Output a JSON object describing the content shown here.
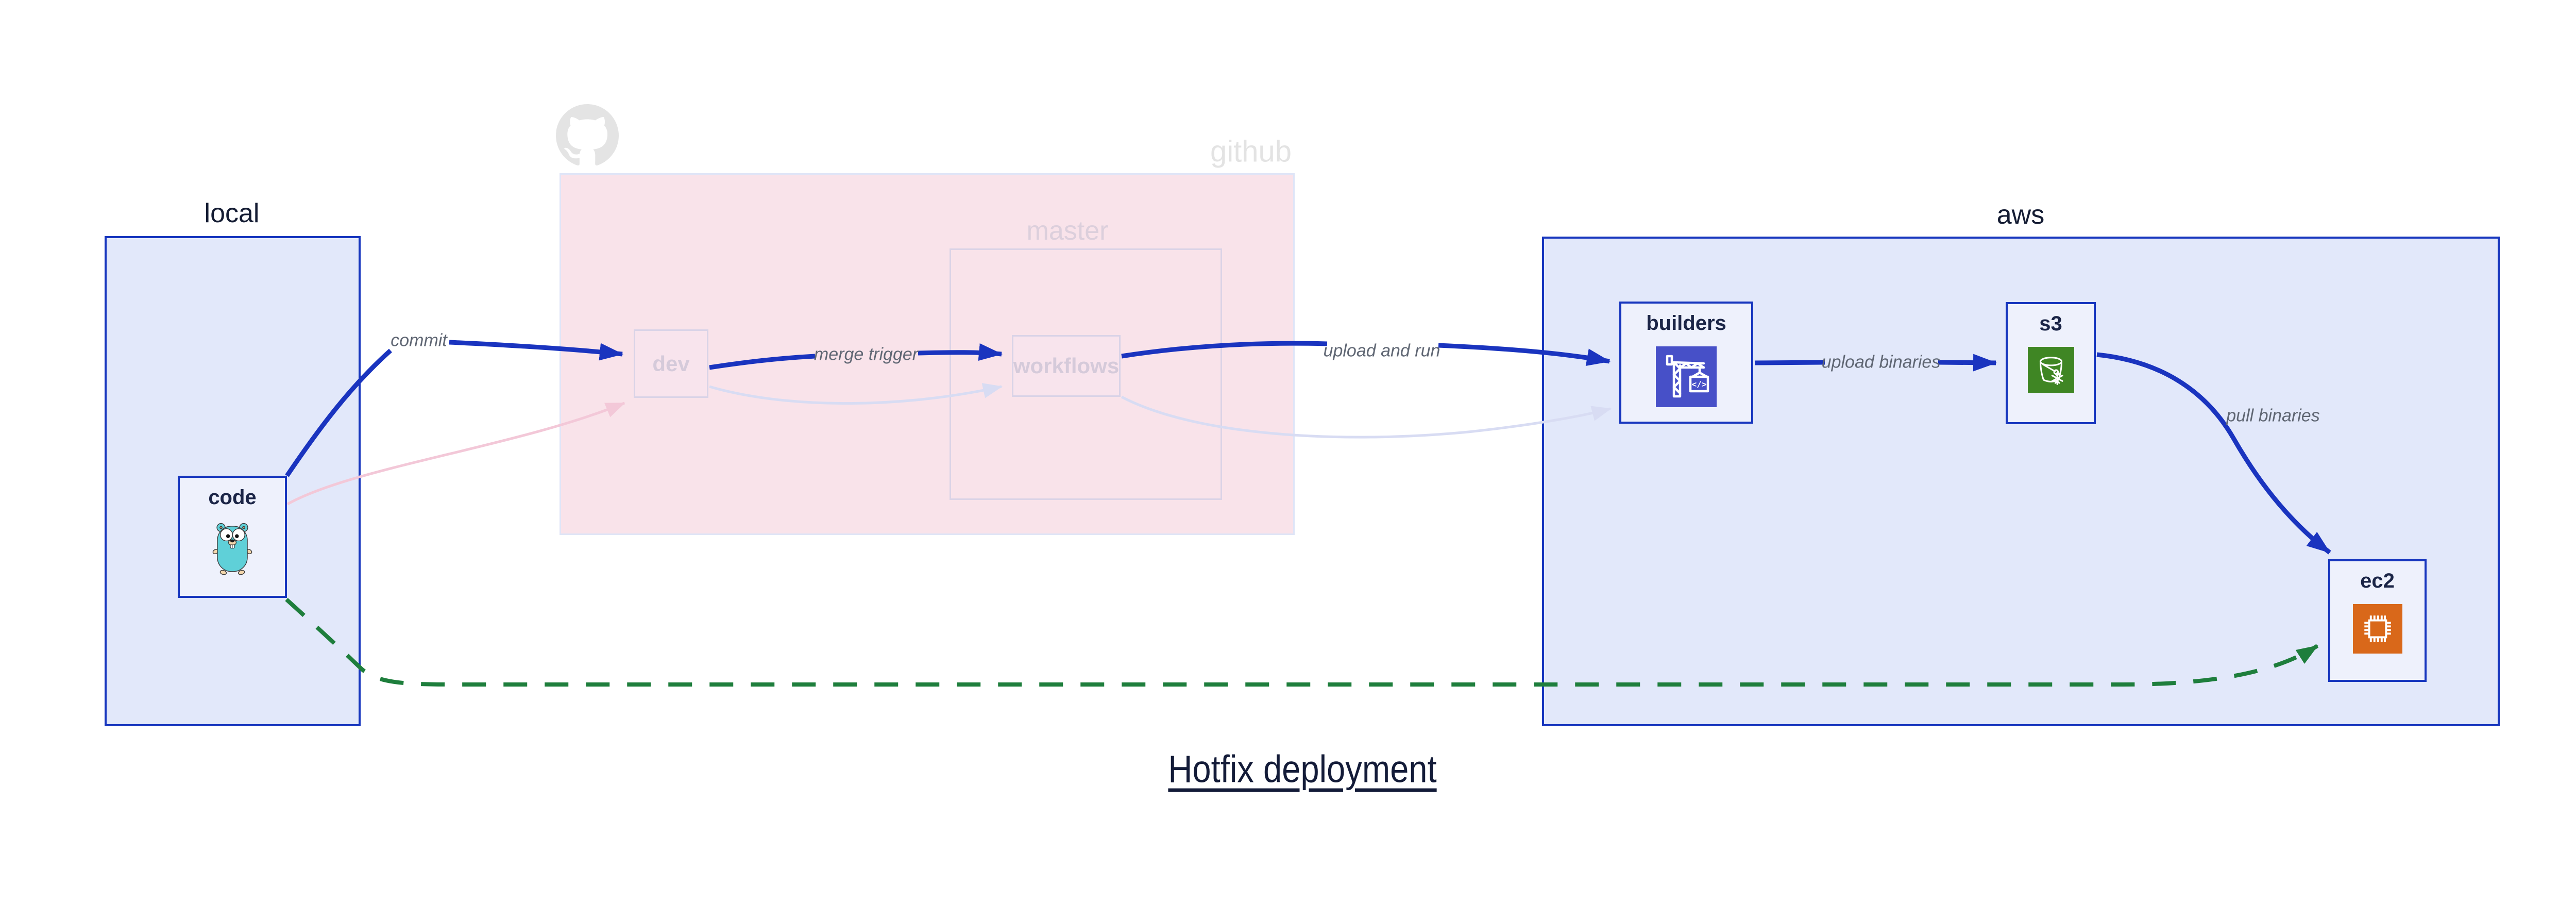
{
  "title": {
    "text": "Hotfix deployment"
  },
  "regions": {
    "local": {
      "label": "local"
    },
    "github": {
      "label": "github"
    },
    "master": {
      "label": "master"
    },
    "aws": {
      "label": "aws"
    }
  },
  "nodes": {
    "code": {
      "label": "code",
      "icon": "gopher-icon"
    },
    "dev": {
      "label": "dev"
    },
    "workflows": {
      "label": "workflows"
    },
    "builders": {
      "label": "builders",
      "icon": "codebuild-crane-icon"
    },
    "s3": {
      "label": "s3",
      "icon": "s3-glacier-bucket-icon"
    },
    "ec2": {
      "label": "ec2",
      "icon": "ec2-chip-icon"
    }
  },
  "edges": {
    "commit": {
      "label": "commit",
      "style": "solid-bold-blue",
      "from": "code",
      "to": "dev"
    },
    "merge_trigger": {
      "label": "merge trigger",
      "style": "solid-bold-blue",
      "from": "dev",
      "to": "workflows"
    },
    "upload_and_run": {
      "label": "upload and run",
      "style": "solid-bold-blue",
      "from": "workflows",
      "to": "builders"
    },
    "upload_binaries": {
      "label": "upload binaries",
      "style": "solid-bold-blue",
      "from": "builders",
      "to": "s3"
    },
    "pull_binaries": {
      "label": "pull binaries",
      "style": "solid-bold-blue",
      "from": "s3",
      "to": "ec2"
    },
    "hotfix_pull": {
      "label": "",
      "style": "dashed-green",
      "from": "code",
      "to": "ec2"
    },
    "faded_code_dev": {
      "style": "faded-pink",
      "from": "code",
      "to": "dev"
    },
    "faded_dev_workflows": {
      "style": "faded-lavender",
      "from": "dev",
      "to": "workflows"
    },
    "faded_workflows_builders": {
      "style": "faded-lavender",
      "from": "workflows",
      "to": "builders"
    }
  },
  "colors": {
    "bold_blue": "#1a34bf",
    "dashed_green": "#1e7e3c",
    "region_blue_fill": "#e2e8fa",
    "region_blue_border": "#1736be",
    "node_blue_fill": "#eef1fc",
    "github_pink_fill": "#f9e3ea",
    "faded_lavender": "#d8dcf3",
    "faded_pink": "#f3c8d8",
    "edge_label_gray": "#5f6673",
    "title_navy": "#131b38",
    "octocat_gray": "#e4e4e4",
    "crane_icon_bg": "#4750c8",
    "bucket_icon_bg": "#3f8624",
    "chip_icon_bg": "#d9681a",
    "gopher_teal": "#5fd0d8"
  }
}
